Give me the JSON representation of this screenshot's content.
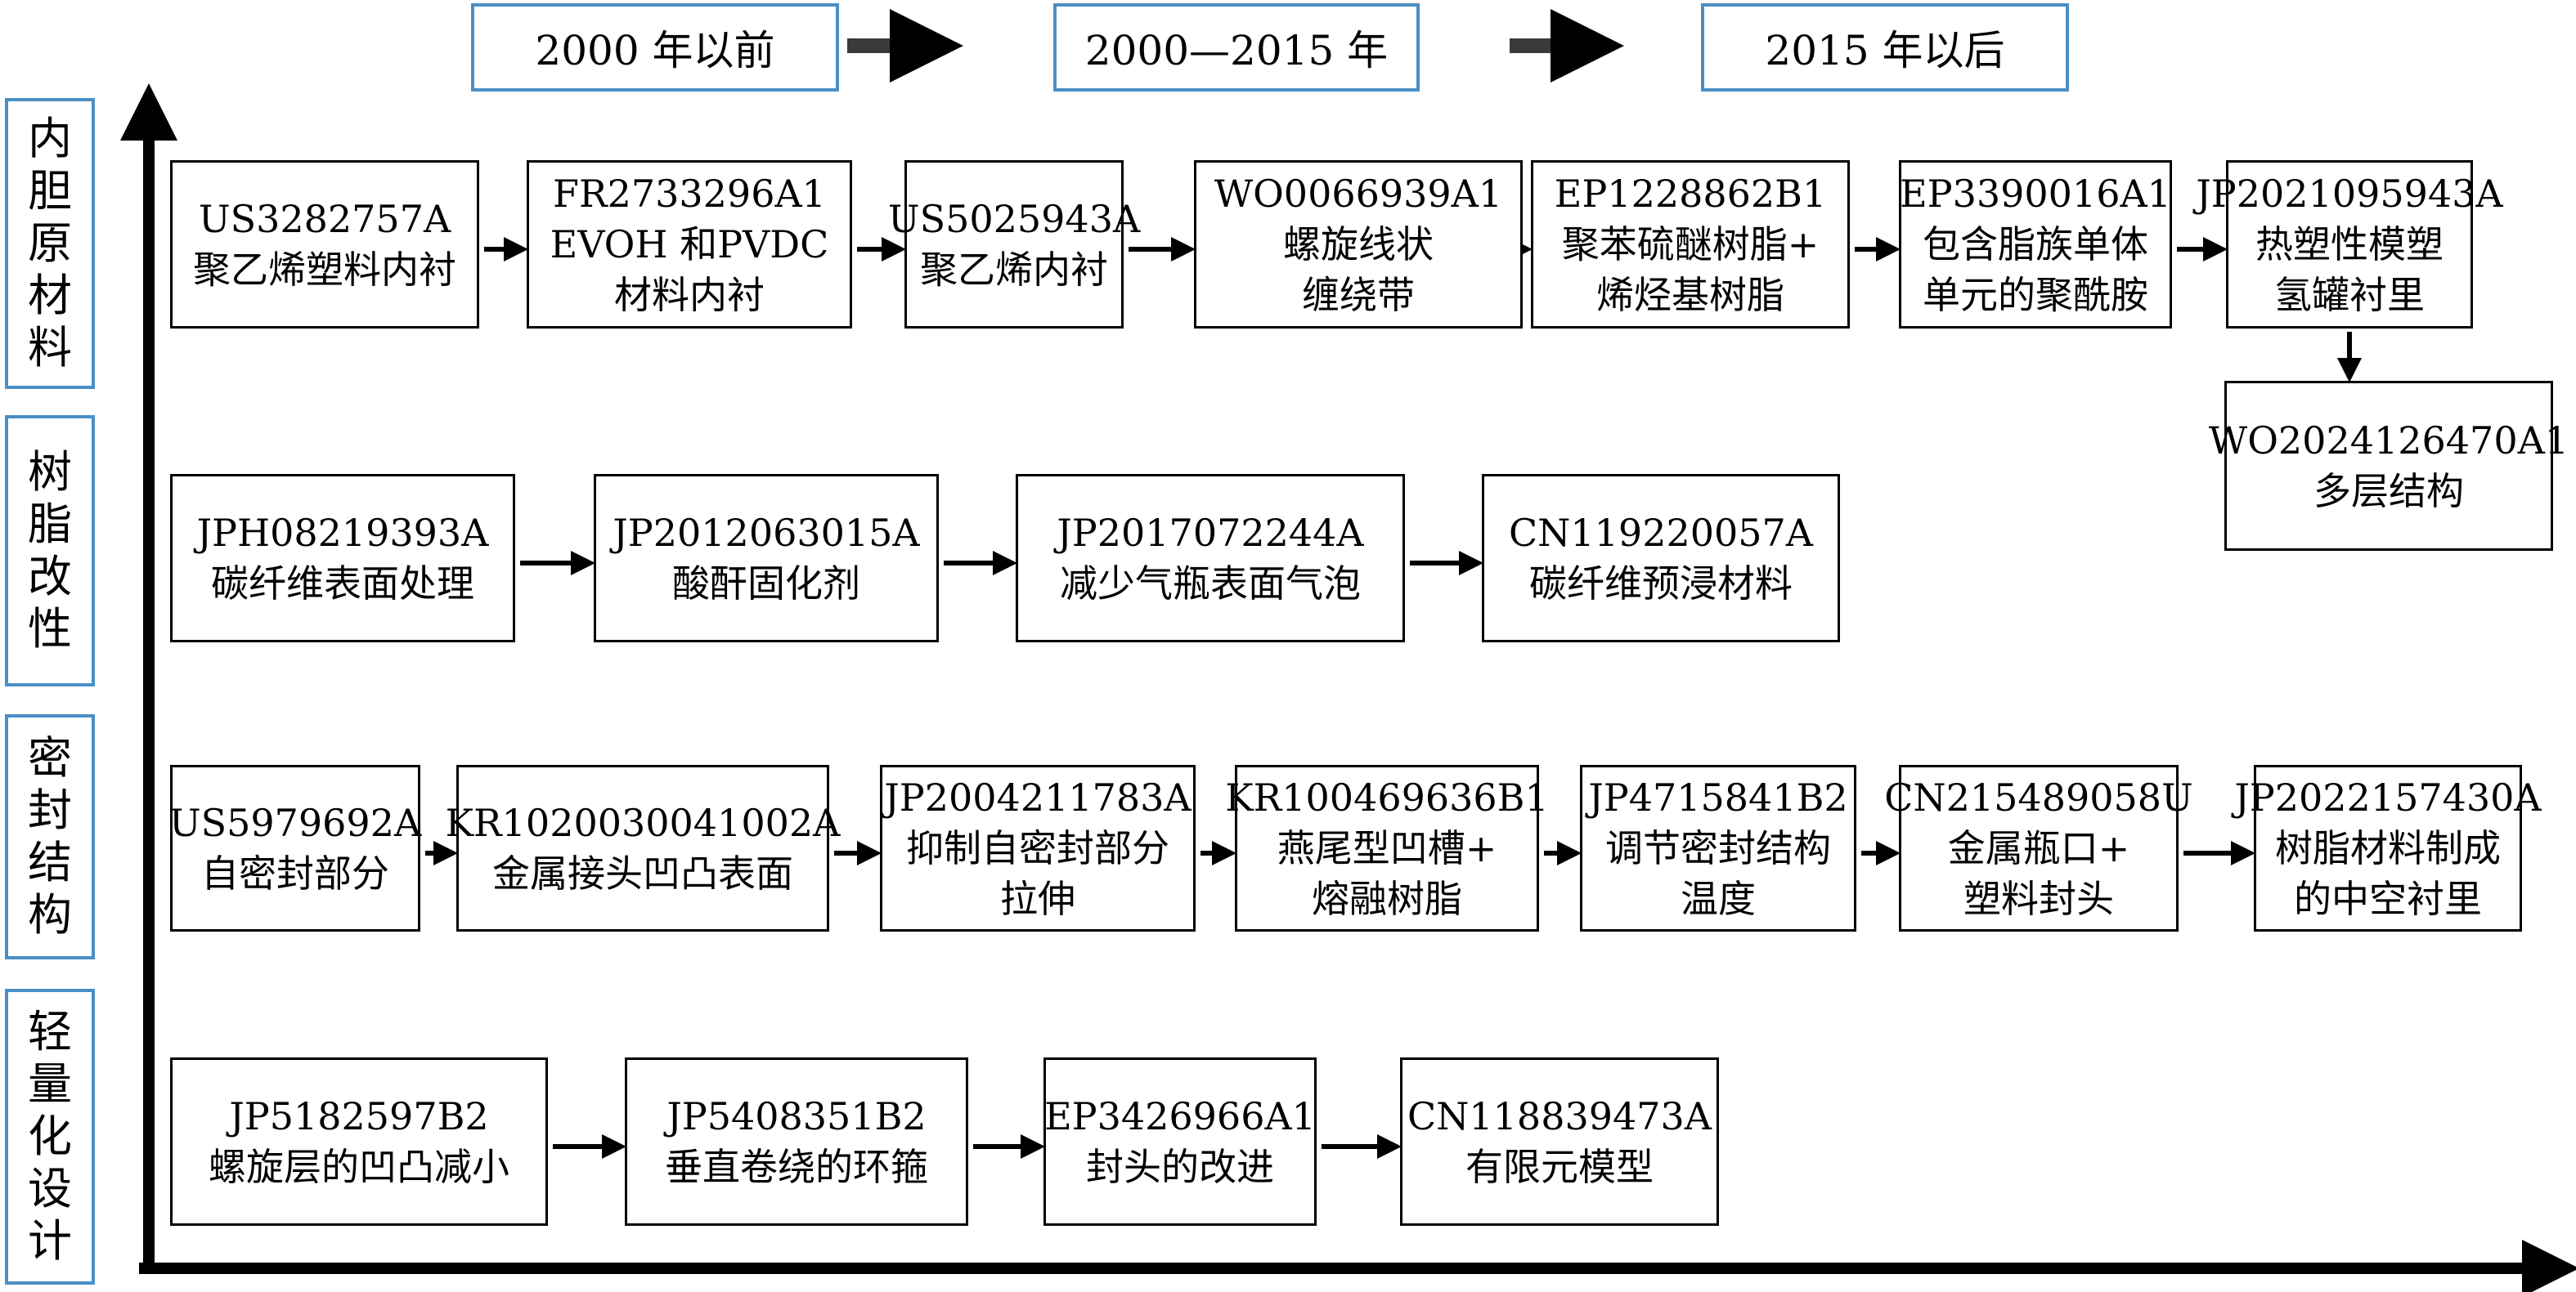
{
  "eras": [
    "2000 年以前",
    "2000—2015 年",
    "2015 年以后"
  ],
  "categories": [
    {
      "label": "内胆原材料"
    },
    {
      "label": "树脂改性"
    },
    {
      "label": "密封结构"
    },
    {
      "label": "轻量化设计"
    }
  ],
  "rows": [
    {
      "items": [
        {
          "lines": [
            "US3282757A",
            "聚乙烯塑料内衬"
          ]
        },
        {
          "lines": [
            "FR2733296A1",
            "EVOH 和PVDC",
            "材料内衬"
          ]
        },
        {
          "lines": [
            "US5025943A",
            "聚乙烯内衬"
          ]
        },
        {
          "lines": [
            "WO0066939A1",
            "螺旋线状",
            "缠绕带"
          ]
        },
        {
          "lines": [
            "EP1228862B1",
            "聚苯硫醚树脂+",
            "烯烃基树脂"
          ]
        },
        {
          "lines": [
            "EP3390016A1",
            "包含脂族单体",
            "单元的聚酰胺"
          ]
        },
        {
          "lines": [
            "JP2021095943A",
            "热塑性模塑",
            "氢罐衬里"
          ]
        }
      ],
      "branch": {
        "lines": [
          "WO2024126470A1",
          "多层结构"
        ]
      }
    },
    {
      "items": [
        {
          "lines": [
            "JPH08219393A",
            "碳纤维表面处理"
          ]
        },
        {
          "lines": [
            "JP2012063015A",
            "酸酐固化剂"
          ]
        },
        {
          "lines": [
            "JP2017072244A",
            "减少气瓶表面气泡"
          ]
        },
        {
          "lines": [
            "CN119220057A",
            "碳纤维预浸材料"
          ]
        }
      ]
    },
    {
      "items": [
        {
          "lines": [
            "US5979692A",
            "自密封部分"
          ]
        },
        {
          "lines": [
            "KR1020030041002A",
            "金属接头凹凸表面"
          ]
        },
        {
          "lines": [
            "JP2004211783A",
            "抑制自密封部分",
            "拉伸"
          ]
        },
        {
          "lines": [
            "KR100469636B1",
            "燕尾型凹槽+",
            "熔融树脂"
          ]
        },
        {
          "lines": [
            "JP4715841B2",
            "调节密封结构",
            "温度"
          ]
        },
        {
          "lines": [
            "CN215489058U",
            "金属瓶口+",
            "塑料封头"
          ]
        },
        {
          "lines": [
            "JP2022157430A",
            "树脂材料制成",
            "的中空衬里"
          ]
        }
      ]
    },
    {
      "items": [
        {
          "lines": [
            "JP5182597B2",
            "螺旋层的凹凸减小"
          ]
        },
        {
          "lines": [
            "JP5408351B2",
            "垂直卷绕的环箍"
          ]
        },
        {
          "lines": [
            "EP3426966A1",
            "封头的改进"
          ]
        },
        {
          "lines": [
            "CN118839473A",
            "有限元模型"
          ]
        }
      ]
    }
  ],
  "colors": {
    "frame_border": "#4a8fc6",
    "box_border": "#000000",
    "arrow": "#3a3a3a"
  }
}
